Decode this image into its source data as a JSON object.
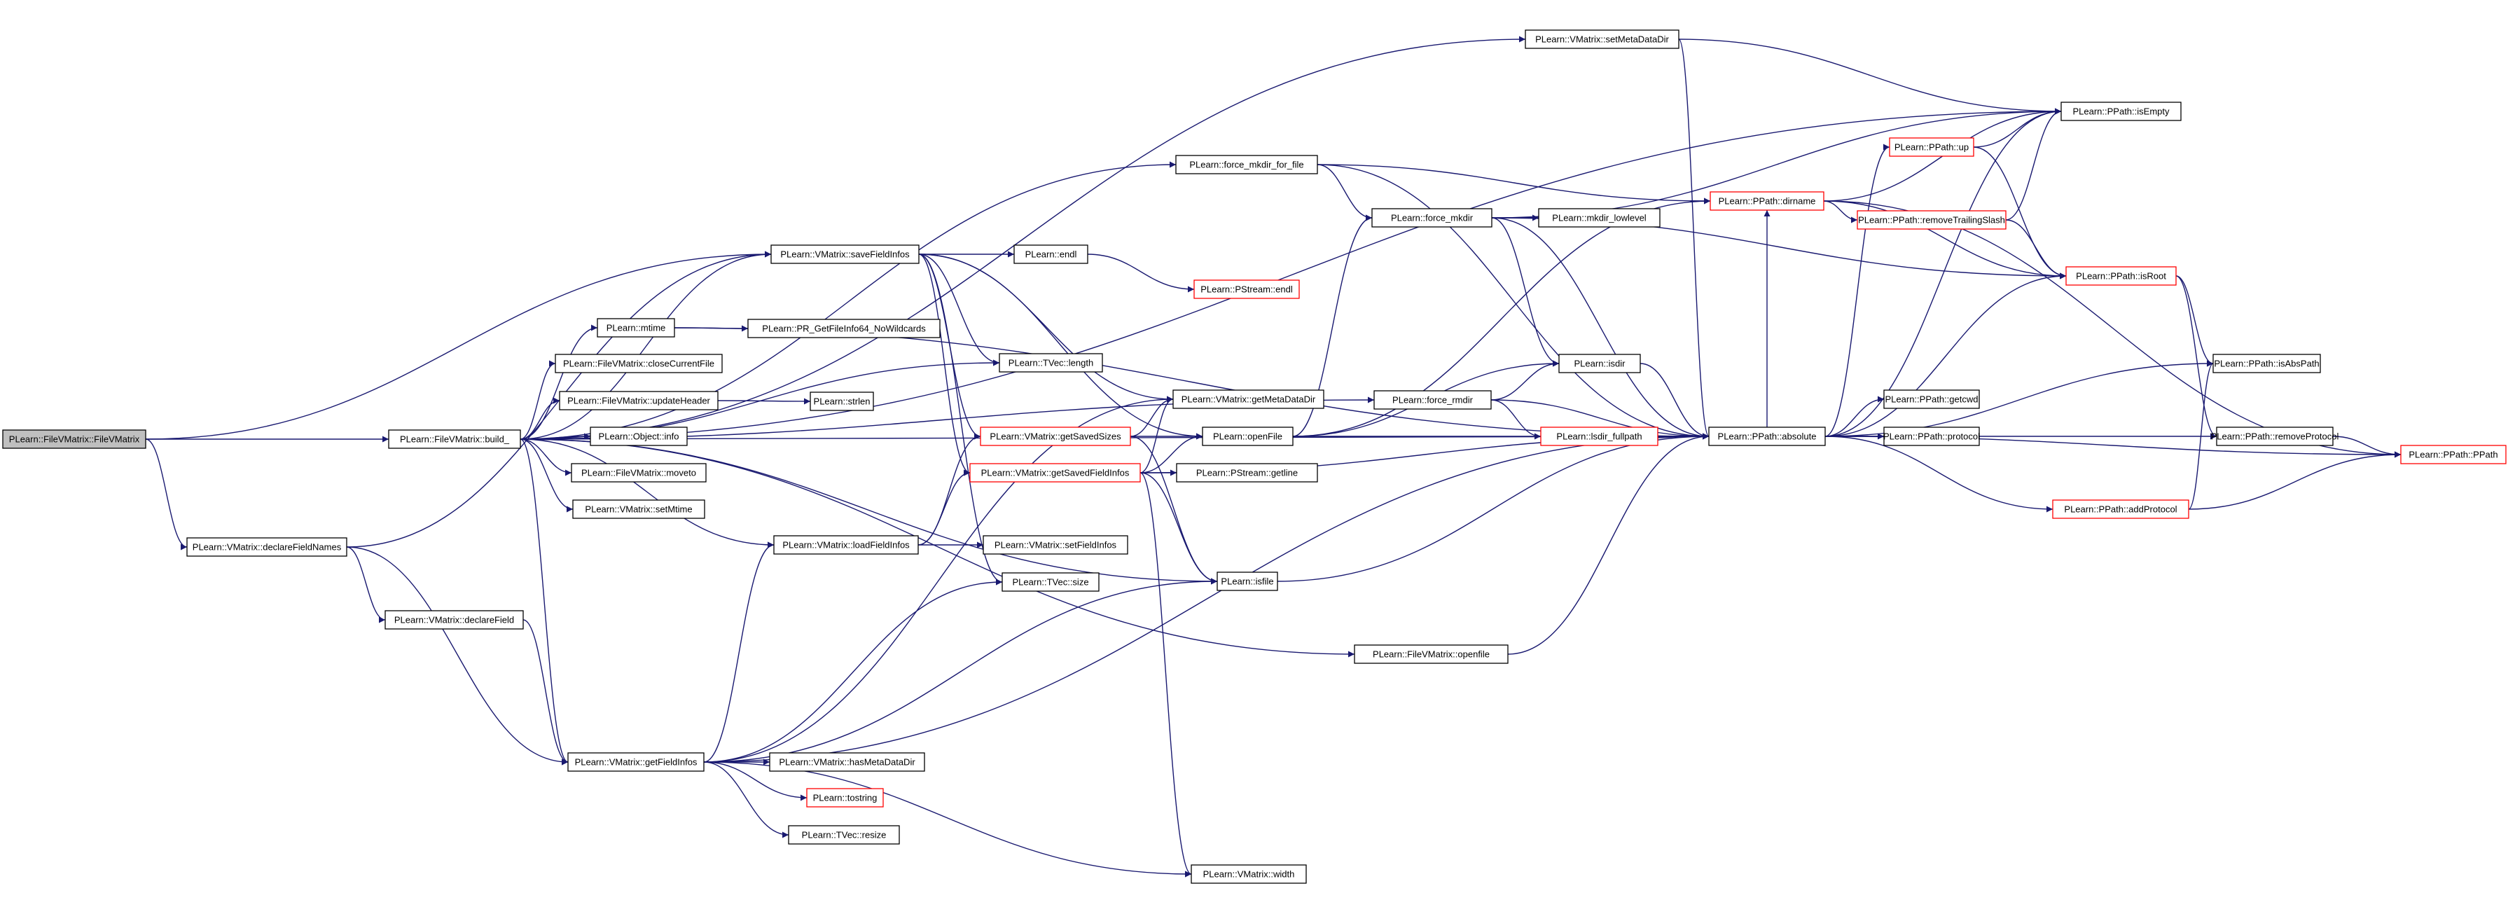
{
  "graph": {
    "colors": {
      "edge": "#191970",
      "node_border": "#000000",
      "truncated_border": "#ff0000",
      "root_fill": "#bfbfbf"
    },
    "nodes": [
      {
        "id": "n0",
        "label": "PLearn::FileVMatrix::FileVMatrix",
        "root": true
      },
      {
        "id": "n1",
        "label": "PLearn::FileVMatrix::build_"
      },
      {
        "id": "n2",
        "label": "PLearn::VMatrix::declareFieldNames"
      },
      {
        "id": "n3",
        "label": "PLearn::VMatrix::declareField"
      },
      {
        "id": "n4",
        "label": "PLearn::VMatrix::getFieldInfos"
      },
      {
        "id": "n5",
        "label": "PLearn::VMatrix::saveFieldInfos"
      },
      {
        "id": "n6",
        "label": "PLearn::mtime"
      },
      {
        "id": "n7",
        "label": "PLearn::FileVMatrix::closeCurrentFile"
      },
      {
        "id": "n8",
        "label": "PLearn::FileVMatrix::updateHeader"
      },
      {
        "id": "n9",
        "label": "PLearn::Object::info"
      },
      {
        "id": "n10",
        "label": "PLearn::FileVMatrix::moveto"
      },
      {
        "id": "n11",
        "label": "PLearn::VMatrix::setMtime"
      },
      {
        "id": "n12",
        "label": "PLearn::VMatrix::loadFieldInfos"
      },
      {
        "id": "n13",
        "label": "PLearn::VMatrix::hasMetaDataDir"
      },
      {
        "id": "n14",
        "label": "PLearn::tostring",
        "truncated": true
      },
      {
        "id": "n15",
        "label": "PLearn::TVec::resize"
      },
      {
        "id": "n16",
        "label": "PLearn::endl"
      },
      {
        "id": "n17",
        "label": "PLearn::PStream::endl",
        "truncated": true
      },
      {
        "id": "n18",
        "label": "PLearn::PR_GetFileInfo64_NoWildcards"
      },
      {
        "id": "n19",
        "label": "PLearn::TVec::length"
      },
      {
        "id": "n20",
        "label": "PLearn::strlen"
      },
      {
        "id": "n21",
        "label": "PLearn::VMatrix::getSavedSizes",
        "truncated": true
      },
      {
        "id": "n22",
        "label": "PLearn::VMatrix::getSavedFieldInfos",
        "truncated": true
      },
      {
        "id": "n23",
        "label": "PLearn::VMatrix::setFieldInfos"
      },
      {
        "id": "n24",
        "label": "PLearn::TVec::size"
      },
      {
        "id": "n25",
        "label": "PLearn::VMatrix::getMetaDataDir"
      },
      {
        "id": "n26",
        "label": "PLearn::openFile"
      },
      {
        "id": "n27",
        "label": "PLearn::PStream::getline"
      },
      {
        "id": "n28",
        "label": "PLearn::isfile"
      },
      {
        "id": "n29",
        "label": "PLearn::VMatrix::width"
      },
      {
        "id": "n30",
        "label": "PLearn::VMatrix::setMetaDataDir"
      },
      {
        "id": "n31",
        "label": "PLearn::force_mkdir_for_file"
      },
      {
        "id": "n32",
        "label": "PLearn::force_mkdir"
      },
      {
        "id": "n33",
        "label": "PLearn::mkdir_lowlevel"
      },
      {
        "id": "n34",
        "label": "PLearn::isdir"
      },
      {
        "id": "n35",
        "label": "PLearn::force_rmdir"
      },
      {
        "id": "n36",
        "label": "PLearn::lsdir_fullpath",
        "truncated": true
      },
      {
        "id": "n37",
        "label": "PLearn::FileVMatrix::openfile"
      },
      {
        "id": "n38",
        "label": "PLearn::PPath::dirname",
        "truncated": true
      },
      {
        "id": "n39",
        "label": "PLearn::PPath::absolute"
      },
      {
        "id": "n40",
        "label": "PLearn::PPath::isEmpty"
      },
      {
        "id": "n41",
        "label": "PLearn::PPath::up",
        "truncated": true
      },
      {
        "id": "n42",
        "label": "PLearn::PPath::removeTrailingSlash",
        "truncated": true
      },
      {
        "id": "n43",
        "label": "PLearn::PPath::isRoot",
        "truncated": true
      },
      {
        "id": "n44",
        "label": "PLearn::PPath::getcwd"
      },
      {
        "id": "n45",
        "label": "PLearn::PPath::protocol"
      },
      {
        "id": "n46",
        "label": "PLearn::PPath::addProtocol",
        "truncated": true
      },
      {
        "id": "n47",
        "label": "PLearn::PPath::isAbsPath"
      },
      {
        "id": "n48",
        "label": "PLearn::PPath::removeProtocol"
      },
      {
        "id": "n49",
        "label": "PLearn::PPath::PPath",
        "truncated": true
      }
    ],
    "edges": [
      [
        "n0",
        "n1"
      ],
      [
        "n0",
        "n2"
      ],
      [
        "n0",
        "n5"
      ],
      [
        "n1",
        "n30"
      ],
      [
        "n1",
        "n40"
      ],
      [
        "n1",
        "n31"
      ],
      [
        "n1",
        "n35"
      ],
      [
        "n1",
        "n5"
      ],
      [
        "n1",
        "n6"
      ],
      [
        "n1",
        "n7"
      ],
      [
        "n1",
        "n8"
      ],
      [
        "n1",
        "n9"
      ],
      [
        "n1",
        "n10"
      ],
      [
        "n1",
        "n11"
      ],
      [
        "n1",
        "n12"
      ],
      [
        "n1",
        "n19"
      ],
      [
        "n1",
        "n4"
      ],
      [
        "n1",
        "n28"
      ],
      [
        "n1",
        "n37"
      ],
      [
        "n1",
        "n39"
      ],
      [
        "n2",
        "n3"
      ],
      [
        "n2",
        "n4"
      ],
      [
        "n2",
        "n5"
      ],
      [
        "n3",
        "n4"
      ],
      [
        "n4",
        "n13"
      ],
      [
        "n4",
        "n14"
      ],
      [
        "n4",
        "n15"
      ],
      [
        "n4",
        "n29"
      ],
      [
        "n4",
        "n12"
      ],
      [
        "n4",
        "n24"
      ],
      [
        "n4",
        "n28"
      ],
      [
        "n4",
        "n25"
      ],
      [
        "n4",
        "n39"
      ],
      [
        "n5",
        "n16"
      ],
      [
        "n5",
        "n19"
      ],
      [
        "n5",
        "n25"
      ],
      [
        "n5",
        "n26"
      ],
      [
        "n5",
        "n21"
      ],
      [
        "n5",
        "n22"
      ],
      [
        "n5",
        "n24"
      ],
      [
        "n6",
        "n18"
      ],
      [
        "n6",
        "n39"
      ],
      [
        "n8",
        "n20"
      ],
      [
        "n12",
        "n23"
      ],
      [
        "n12",
        "n21"
      ],
      [
        "n12",
        "n22"
      ],
      [
        "n16",
        "n17"
      ],
      [
        "n21",
        "n25"
      ],
      [
        "n21",
        "n26"
      ],
      [
        "n21",
        "n28"
      ],
      [
        "n22",
        "n25"
      ],
      [
        "n22",
        "n26"
      ],
      [
        "n22",
        "n27"
      ],
      [
        "n22",
        "n28"
      ],
      [
        "n22",
        "n29"
      ],
      [
        "n22",
        "n39"
      ],
      [
        "n26",
        "n32"
      ],
      [
        "n26",
        "n34"
      ],
      [
        "n26",
        "n38"
      ],
      [
        "n26",
        "n39"
      ],
      [
        "n28",
        "n39"
      ],
      [
        "n30",
        "n40"
      ],
      [
        "n30",
        "n39"
      ],
      [
        "n31",
        "n32"
      ],
      [
        "n31",
        "n38"
      ],
      [
        "n31",
        "n39"
      ],
      [
        "n32",
        "n33"
      ],
      [
        "n32",
        "n34"
      ],
      [
        "n32",
        "n40"
      ],
      [
        "n32",
        "n43"
      ],
      [
        "n32",
        "n39"
      ],
      [
        "n34",
        "n39"
      ],
      [
        "n35",
        "n34"
      ],
      [
        "n35",
        "n36"
      ],
      [
        "n35",
        "n39"
      ],
      [
        "n37",
        "n39"
      ],
      [
        "n38",
        "n40"
      ],
      [
        "n38",
        "n42"
      ],
      [
        "n38",
        "n43"
      ],
      [
        "n38",
        "n49"
      ],
      [
        "n39",
        "n38"
      ],
      [
        "n39",
        "n41"
      ],
      [
        "n39",
        "n40"
      ],
      [
        "n39",
        "n43"
      ],
      [
        "n39",
        "n44"
      ],
      [
        "n39",
        "n45"
      ],
      [
        "n39",
        "n46"
      ],
      [
        "n39",
        "n47"
      ],
      [
        "n39",
        "n48"
      ],
      [
        "n39",
        "n49"
      ],
      [
        "n41",
        "n40"
      ],
      [
        "n41",
        "n43"
      ],
      [
        "n42",
        "n40"
      ],
      [
        "n42",
        "n43"
      ],
      [
        "n43",
        "n47"
      ],
      [
        "n43",
        "n48"
      ],
      [
        "n46",
        "n47"
      ],
      [
        "n46",
        "n49"
      ],
      [
        "n48",
        "n49"
      ]
    ]
  }
}
